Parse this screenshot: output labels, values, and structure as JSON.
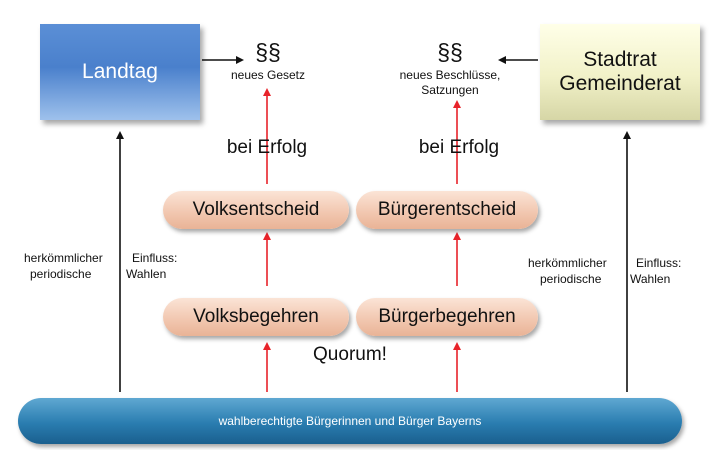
{
  "nodes": {
    "landtag": "Landtag",
    "stadtrat_line1": "Stadtrat",
    "stadtrat_line2": "Gemeinderat",
    "volksentscheid": "Volksentscheid",
    "buergerentscheid": "Bürgerentscheid",
    "volksbegehren": "Volksbegehren",
    "buergerbegehren": "Bürgerbegehren",
    "base": "wahlberechtigte Bürgerinnen und Bürger Bayerns"
  },
  "outputs": {
    "left_symbol": "§§",
    "left_text": "neues Gesetz",
    "right_symbol": "§§",
    "right_text_line1": "neues Beschlüsse,",
    "right_text_line2": "Satzungen"
  },
  "labels": {
    "bei_erfolg_left": "bei Erfolg",
    "bei_erfolg_right": "bei Erfolg",
    "quorum": "Quorum!",
    "left_side": {
      "line1_a": "herkömmlicher",
      "line1_b": "Einfluss:",
      "line2_a": "periodische",
      "line2_b": "Wahlen"
    },
    "right_side": {
      "line1_a": "herkömmlicher",
      "line1_b": "Einfluss:",
      "line2_a": "periodische",
      "line2_b": "Wahlen"
    }
  },
  "colors": {
    "arrow_red": "#e8232a",
    "arrow_black": "#111111"
  }
}
